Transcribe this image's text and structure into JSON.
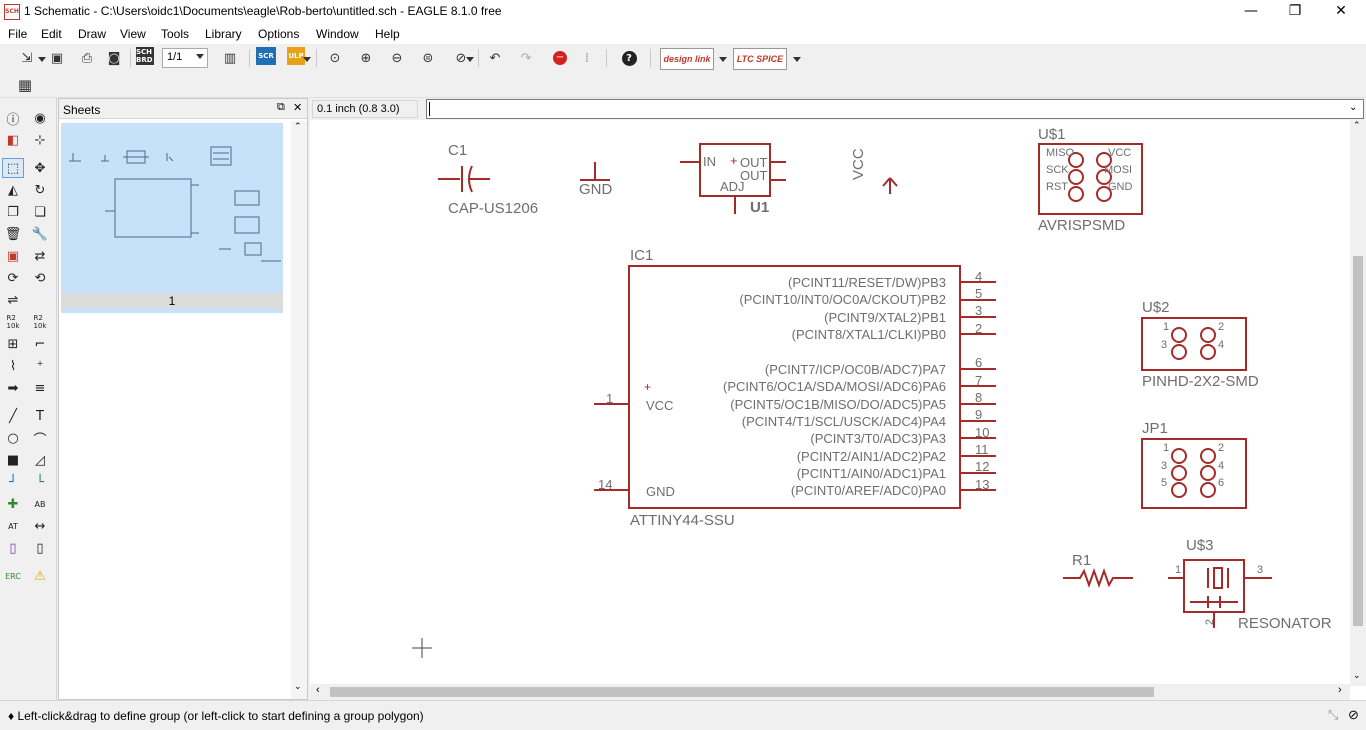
{
  "window": {
    "title": "1 Schematic - C:\\Users\\oidc1\\Documents\\eagle\\Rob-berto\\untitled.sch - EAGLE 8.1.0 free",
    "app_icon_text": "SCH",
    "minimize": "—",
    "maximize": "❐",
    "close": "✕"
  },
  "menu": [
    "File",
    "Edit",
    "Draw",
    "View",
    "Tools",
    "Library",
    "Options",
    "Window",
    "Help"
  ],
  "toolbar": {
    "sch_brd_label": "SCH BRD",
    "sheet_value": "1/1",
    "scr_label": "SCR",
    "ulp_label": "ULP",
    "designlink_label": "design link",
    "ltspice_label": "LTC SPICE"
  },
  "sheets_panel": {
    "title": "Sheets",
    "sheet_number": "1"
  },
  "command_bar": {
    "grid_coord": "0.1 inch (0.8 3.0)",
    "input_value": ""
  },
  "schematic": {
    "c1": {
      "name": "C1",
      "value": "CAP-US1206"
    },
    "gnd": {
      "label": "GND"
    },
    "u1": {
      "name": "U1",
      "pins": [
        "IN",
        "OUT",
        "OUT",
        "ADJ"
      ],
      "plus": "+"
    },
    "vcc": {
      "label": "VCC"
    },
    "u_s1": {
      "name": "U$1",
      "value": "AVRISPSMD",
      "pins_left": [
        "MISO",
        "SCK",
        "RST"
      ],
      "pins_right": [
        "VCC",
        "MOSI",
        "GND"
      ]
    },
    "ic1": {
      "name": "IC1",
      "value": "ATTINY44-SSU",
      "left_pins": [
        {
          "num": "1",
          "label": "VCC"
        },
        {
          "num": "14",
          "label": "GND"
        }
      ],
      "plus": "+",
      "right_pins": [
        {
          "num": "4",
          "label": "(PCINT11/RESET/DW)PB3"
        },
        {
          "num": "5",
          "label": "(PCINT10/INT0/OC0A/CKOUT)PB2"
        },
        {
          "num": "3",
          "label": "(PCINT9/XTAL2)PB1"
        },
        {
          "num": "2",
          "label": "(PCINT8/XTAL1/CLKI)PB0"
        },
        {
          "num": "6",
          "label": "(PCINT7/ICP/OC0B/ADC7)PA7"
        },
        {
          "num": "7",
          "label": "(PCINT6/OC1A/SDA/MOSI/ADC6)PA6"
        },
        {
          "num": "8",
          "label": "(PCINT5/OC1B/MISO/DO/ADC5)PA5"
        },
        {
          "num": "9",
          "label": "(PCINT4/T1/SCL/USCK/ADC4)PA4"
        },
        {
          "num": "10",
          "label": "(PCINT3/T0/ADC3)PA3"
        },
        {
          "num": "11",
          "label": "(PCINT2/AIN1/ADC2)PA2"
        },
        {
          "num": "12",
          "label": "(PCINT1/AIN0/ADC1)PA1"
        },
        {
          "num": "13",
          "label": "(PCINT0/AREF/ADC0)PA0"
        }
      ]
    },
    "u_s2": {
      "name": "U$2",
      "value": "PINHD-2X2-SMD",
      "pin_nums": [
        "1",
        "2",
        "3",
        "4"
      ]
    },
    "jp1": {
      "name": "JP1",
      "pin_nums": [
        "1",
        "2",
        "3",
        "4",
        "5",
        "6"
      ]
    },
    "r1": {
      "name": "R1"
    },
    "u_s3": {
      "name": "U$3",
      "value": "RESONATOR",
      "pin_nums": [
        "1",
        "3",
        "2"
      ]
    }
  },
  "status": {
    "text": "♦ Left-click&drag to define group (or left-click to start defining a group polygon)"
  },
  "colors": {
    "schematic_line": "#a52a2a",
    "schematic_text": "#6e6e6e",
    "thumb_bg": "#c6e2fb",
    "thumb_line": "#4a6a8a"
  }
}
